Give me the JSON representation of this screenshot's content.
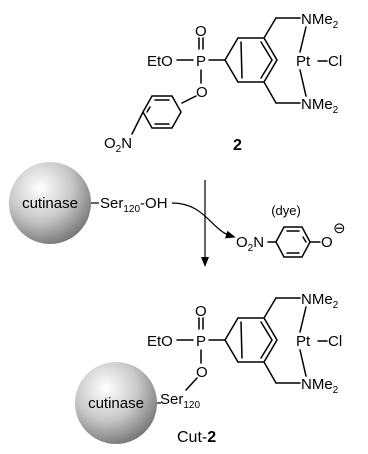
{
  "top_compound": {
    "ester": "EtO",
    "phosphorus": "P",
    "oxo": "O",
    "bridge_o": "O",
    "nitro": "O",
    "nitro_sub": "2",
    "nitro_n": "N",
    "amine_top": "NMe",
    "amine_top_sub": "2",
    "amine_bottom": "NMe",
    "amine_bottom_sub": "2",
    "metal": "Pt",
    "halide": "Cl",
    "label": "2"
  },
  "reaction": {
    "protein": "cutinase",
    "serine": "Ser",
    "serine_sub": "120",
    "hydroxyl": "-OH",
    "leaving_group_note": "(dye)",
    "leaving_nitro": "O",
    "leaving_nitro_sub": "2",
    "leaving_nitro_n": "N",
    "phenolate_o": "O",
    "charge": "⊖"
  },
  "product": {
    "ester": "EtO",
    "phosphorus": "P",
    "oxo": "O",
    "bridge_o": "O",
    "protein": "cutinase",
    "serine": "Ser",
    "serine_sub": "120",
    "amine_top": "NMe",
    "amine_top_sub": "2",
    "amine_bottom": "NMe",
    "amine_bottom_sub": "2",
    "metal": "Pt",
    "halide": "Cl",
    "label_prefix": "Cut-",
    "label_number": "2"
  }
}
